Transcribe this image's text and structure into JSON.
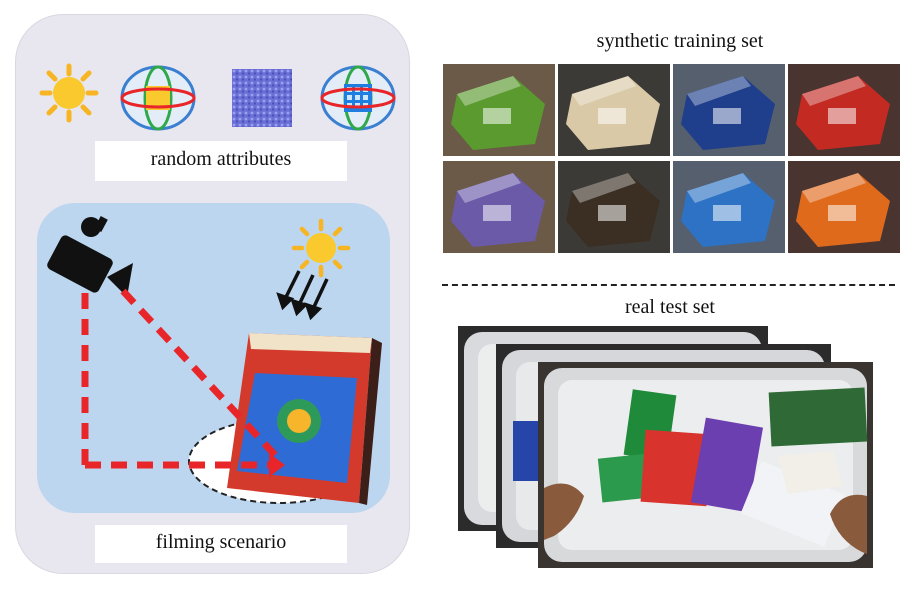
{
  "left_panel": {
    "random_attributes_label": "random attributes",
    "filming_scenario_label": "filming scenario",
    "attribute_icons": [
      "sun-icon",
      "sphere-lighting-icon",
      "texture-patch-icon",
      "sphere-texture-icon"
    ],
    "scenario_icons": [
      "camera-icon",
      "sun-icon",
      "light-rays-icon",
      "product-package-icon"
    ]
  },
  "right_panel": {
    "synthetic_title": "synthetic training set",
    "real_title": "real test set",
    "synthetic_thumbnails": [
      {
        "icon": "green-box-thumbnail",
        "color": "#5a9a2e"
      },
      {
        "icon": "cream-box-thumbnail",
        "color": "#d9c9a6"
      },
      {
        "icon": "blue-bottle-thumbnail",
        "color": "#1f3f8c"
      },
      {
        "icon": "red-box-thumbnail",
        "color": "#c22a22"
      },
      {
        "icon": "white-purple-pack-thumbnail",
        "color": "#6a5aa8"
      },
      {
        "icon": "dark-box-thumbnail",
        "color": "#3a2f22"
      },
      {
        "icon": "blue-box-thumbnail",
        "color": "#2d72c4"
      },
      {
        "icon": "orange-pack-thumbnail",
        "color": "#e06a1c"
      }
    ],
    "tray_icons": [
      "tray-back-icon",
      "tray-middle-icon",
      "tray-front-icon"
    ]
  },
  "colors": {
    "panel_bg": "#e8e6ee",
    "scenario_bg": "#bcd6ef",
    "dash_red": "#e8262a",
    "sun_yellow": "#f7c326"
  }
}
